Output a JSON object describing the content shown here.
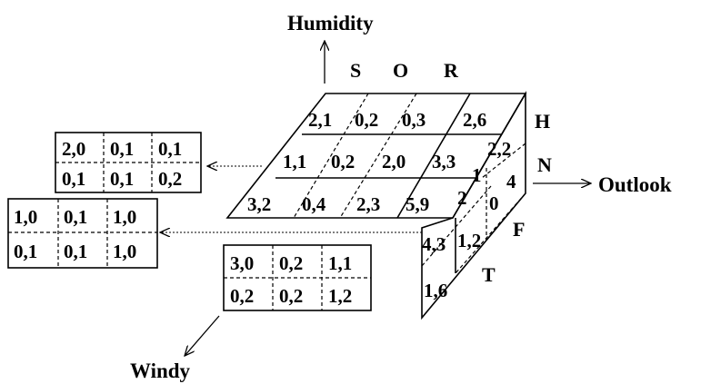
{
  "axes": {
    "humidity": "Humidity",
    "outlook": "Outlook",
    "windy": "Windy"
  },
  "outlook_values": [
    "S",
    "O",
    "R"
  ],
  "humidity_values": [
    "H",
    "N"
  ],
  "windy_values": [
    "F",
    "T"
  ],
  "cube_top": [
    [
      "2,1",
      "0,2",
      "0,3",
      "2,6"
    ],
    [
      "1,1",
      "0,2",
      "2,0",
      "3,3"
    ],
    [
      "3,2",
      "0,4",
      "2,3",
      "5,9"
    ]
  ],
  "cube_side": {
    "upper": [
      "2,2",
      "1",
      "4"
    ],
    "middle": [
      "2",
      "0"
    ],
    "lower": [
      "4,3",
      "1,2"
    ],
    "bottom": [
      "1,6"
    ]
  },
  "table_humidity": [
    [
      "2,0",
      "0,1",
      "0,1"
    ],
    [
      "0,1",
      "0,1",
      "0,2"
    ]
  ],
  "table_outlook": [
    [
      "1,0",
      "0,1",
      "1,0"
    ],
    [
      "0,1",
      "0,1",
      "1,0"
    ]
  ],
  "table_windy": [
    [
      "3,0",
      "0,2",
      "1,1"
    ],
    [
      "0,2",
      "0,2",
      "1,2"
    ]
  ]
}
